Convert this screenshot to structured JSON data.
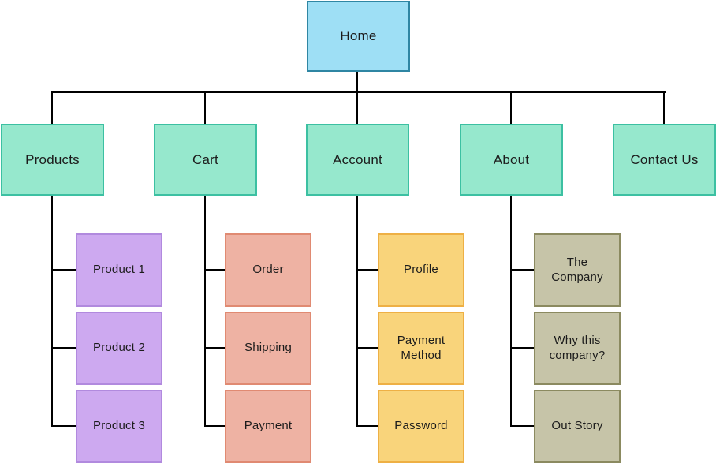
{
  "diagram": {
    "type": "sitemap-tree",
    "background": "#ffffff",
    "line_color": "#000000",
    "text_color": "#1c1c1c"
  },
  "tree": {
    "root": {
      "label": "Home",
      "fill": "#9edff5",
      "border": "#2f86a3"
    },
    "branches": [
      {
        "label": "Products",
        "fill": "#96e8cd",
        "border": "#3cc0a2",
        "child_fill": "#cda9f0",
        "child_border": "#b18ade",
        "children": [
          {
            "label": "Product 1"
          },
          {
            "label": "Product 2"
          },
          {
            "label": "Product 3"
          }
        ]
      },
      {
        "label": "Cart",
        "fill": "#96e8cd",
        "border": "#3cc0a2",
        "child_fill": "#eeb2a3",
        "child_border": "#e08a72",
        "children": [
          {
            "label": "Order"
          },
          {
            "label": "Shipping"
          },
          {
            "label": "Payment"
          }
        ]
      },
      {
        "label": "Account",
        "fill": "#96e8cd",
        "border": "#3cc0a2",
        "child_fill": "#f9d47b",
        "child_border": "#eeb045",
        "children": [
          {
            "label": "Profile"
          },
          {
            "label": "Payment Method"
          },
          {
            "label": "Password"
          }
        ]
      },
      {
        "label": "About",
        "fill": "#96e8cd",
        "border": "#3cc0a2",
        "child_fill": "#c6c4a8",
        "child_border": "#8b8a60",
        "children": [
          {
            "label": "The Company"
          },
          {
            "label": "Why this company?"
          },
          {
            "label": "Out Story"
          }
        ]
      },
      {
        "label": "Contact Us",
        "fill": "#96e8cd",
        "border": "#3cc0a2",
        "children": []
      }
    ]
  }
}
